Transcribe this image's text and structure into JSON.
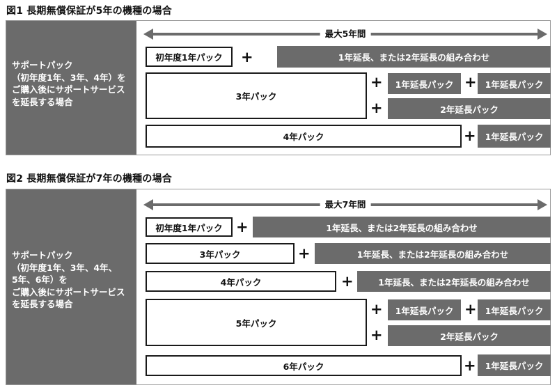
{
  "figure1": {
    "title": "図1 長期無償保証が5年の機種の場合",
    "side_text": [
      "サポートパック",
      "（初年度1年、3年、4年）を",
      "ご購入後にサポートサービス",
      "を延長する場合"
    ],
    "arrow_label": "最大5年間",
    "packs": {
      "first_year": "初年度1年パック",
      "three_year": "3年パック",
      "four_year": "4年パック"
    },
    "extensions": {
      "one_or_two_combo": "1年延長、または2年延長の組み合わせ",
      "one_year_a": "1年延長パック",
      "one_year_b": "1年延長パック",
      "two_year": "2年延長パック",
      "one_year_c": "1年延長パック"
    },
    "plus": "+"
  },
  "figure2": {
    "title": "図2 長期無償保証が7年の機種の場合",
    "side_text": [
      "サポートパック",
      "（初年度1年、3年、4年、",
      "5年、6年）を",
      "ご購入後にサポートサービス",
      "を延長する場合"
    ],
    "arrow_label": "最大7年間",
    "packs": {
      "first_year": "初年度1年パック",
      "three_year": "3年パック",
      "four_year": "4年パック",
      "five_year": "5年パック",
      "six_year": "6年パック"
    },
    "extensions": {
      "combo_after_first": "1年延長、または2年延長の組み合わせ",
      "combo_after_three": "1年延長、または2年延長の組み合わせ",
      "combo_after_four": "1年延長、または2年延長の組み合わせ",
      "one_year_a": "1年延長パック",
      "one_year_b": "1年延長パック",
      "two_year": "2年延長パック",
      "one_year_c": "1年延長パック"
    },
    "plus": "+"
  },
  "colors": {
    "dark_gray": "#6b6b6b",
    "light_gray": "#dcdcdc",
    "border": "#1a1a1a"
  }
}
